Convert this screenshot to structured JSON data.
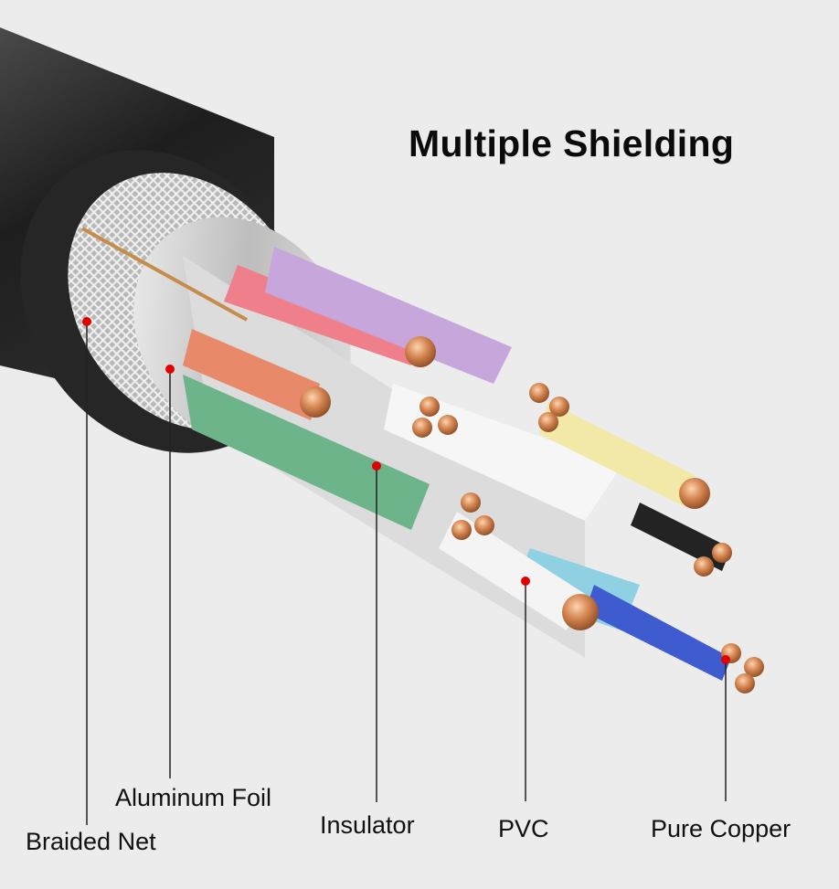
{
  "heading": "Multiple Shielding",
  "callouts": [
    {
      "id": "braided-net",
      "label": "Braided Net"
    },
    {
      "id": "aluminum-foil",
      "label": "Aluminum Foil"
    },
    {
      "id": "insulator",
      "label": "Insulator"
    },
    {
      "id": "pvc",
      "label": "PVC"
    },
    {
      "id": "pure-copper",
      "label": "Pure Copper"
    }
  ],
  "colors": {
    "background": "#ececec",
    "jacket": "#2b2b2b",
    "copper": "#d2834f",
    "marker": "#e00000",
    "leader_line": "#222222"
  },
  "illustration": "cable-cross-section"
}
